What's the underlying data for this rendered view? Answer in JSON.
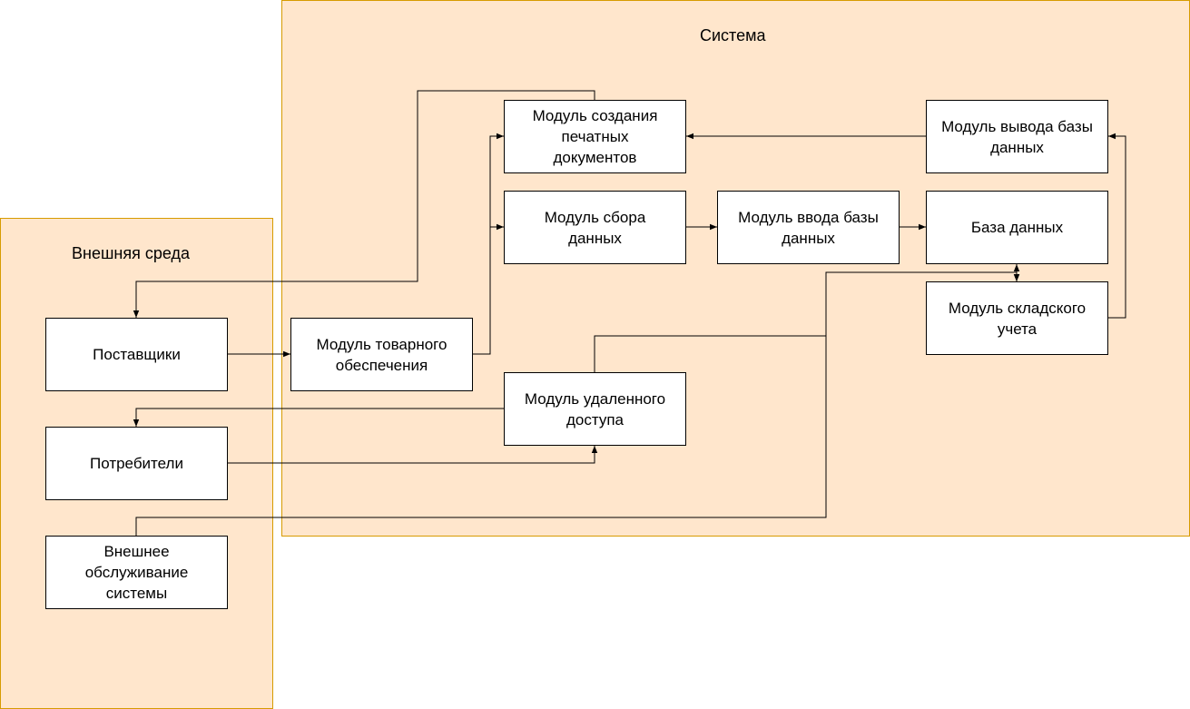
{
  "colors": {
    "container_fill": "#ffe6cc",
    "container_border": "#d79b00",
    "node_fill": "#ffffff",
    "node_border": "#000000",
    "edge": "#000000"
  },
  "containers": {
    "system": {
      "title": "Система"
    },
    "environment": {
      "title": "Внешняя среда"
    }
  },
  "nodes": {
    "print_docs": "Модуль создания\nпечатных\nдокументов",
    "db_output": "Модуль вывода базы\nданных",
    "data_collect": "Модуль сбора\nданных",
    "db_input": "Модуль ввода базы\nданных",
    "database": "База данных",
    "warehouse": "Модуль складского\nучета",
    "supply": "Модуль товарного\nобеспечения",
    "remote_access": "Модуль удаленного\nдоступа",
    "suppliers": "Поставщики",
    "consumers": "Потребители",
    "external_service": "Внешнее\nобслуживание\nсистемы"
  },
  "edges": [
    {
      "from": "print_docs",
      "to": "suppliers"
    },
    {
      "from": "db_output",
      "to": "print_docs"
    },
    {
      "from": "supply",
      "to": "print_docs"
    },
    {
      "from": "supply",
      "to": "data_collect"
    },
    {
      "from": "data_collect",
      "to": "db_input"
    },
    {
      "from": "db_input",
      "to": "database"
    },
    {
      "from": "warehouse",
      "to": "db_output"
    },
    {
      "from": "database",
      "to": "warehouse",
      "bidirectional": true
    },
    {
      "from": "remote_access",
      "to": "warehouse"
    },
    {
      "from": "external_service",
      "to": "warehouse"
    },
    {
      "from": "suppliers",
      "to": "supply"
    },
    {
      "from": "remote_access",
      "to": "consumers"
    },
    {
      "from": "consumers",
      "to": "remote_access"
    }
  ]
}
